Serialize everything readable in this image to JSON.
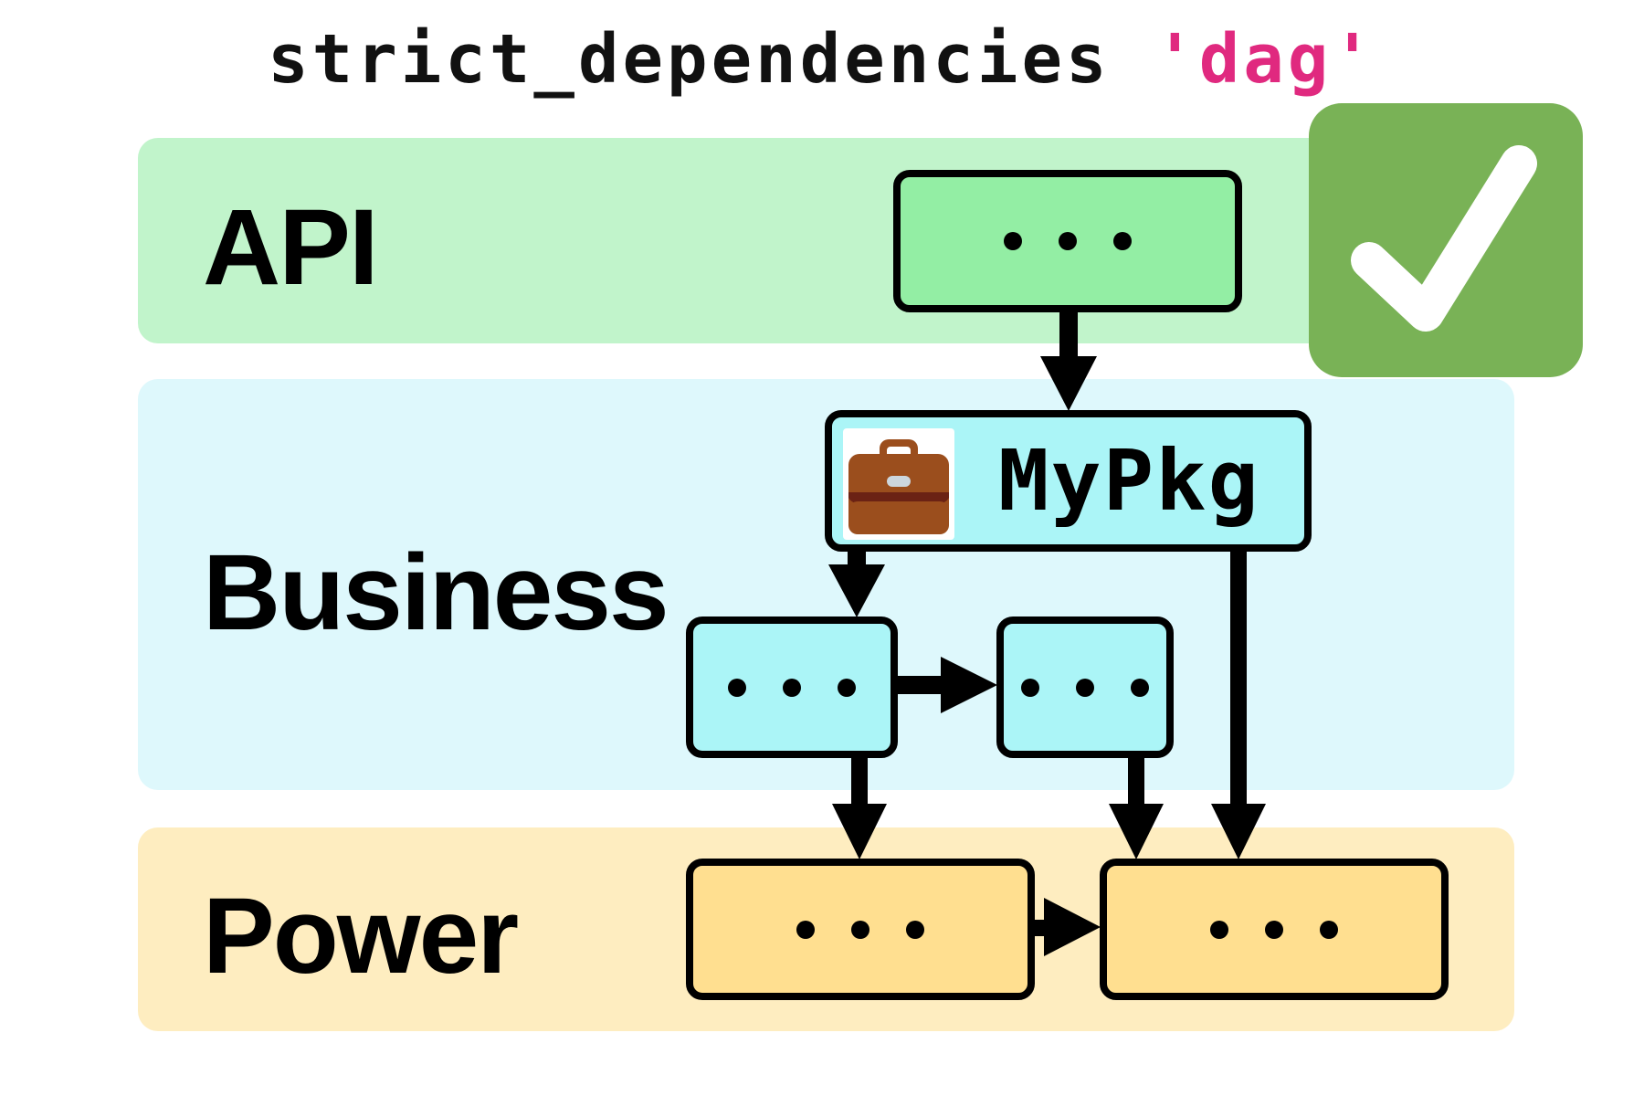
{
  "title": {
    "keyword": "strict_dependencies",
    "argument": "'dag'"
  },
  "colors": {
    "api_band": "#c1f4cb",
    "api_node": "#93eea4",
    "business_band": "#def8fc",
    "business_node": "#abf5f7",
    "power_band": "#feedc0",
    "power_node": "#ffdf90",
    "badge": "#79b256",
    "string": "#e0297f",
    "briefcase": "#9b4e1d"
  },
  "layers": [
    {
      "id": "api",
      "label": "API"
    },
    {
      "id": "business",
      "label": "Business"
    },
    {
      "id": "power",
      "label": "Power"
    }
  ],
  "nodes": [
    {
      "id": "api-1",
      "layer": "api",
      "label": "..."
    },
    {
      "id": "mypkg",
      "layer": "business",
      "label": "MyPkg",
      "icon": "briefcase-icon"
    },
    {
      "id": "business-1",
      "layer": "business",
      "label": "..."
    },
    {
      "id": "business-2",
      "layer": "business",
      "label": "..."
    },
    {
      "id": "power-1",
      "layer": "power",
      "label": "..."
    },
    {
      "id": "power-2",
      "layer": "power",
      "label": "..."
    }
  ],
  "edges": [
    {
      "from": "api-1",
      "to": "mypkg"
    },
    {
      "from": "mypkg",
      "to": "business-1"
    },
    {
      "from": "mypkg",
      "to": "power-2"
    },
    {
      "from": "business-1",
      "to": "business-2"
    },
    {
      "from": "business-1",
      "to": "power-1"
    },
    {
      "from": "business-2",
      "to": "power-2"
    },
    {
      "from": "power-1",
      "to": "power-2"
    }
  ],
  "status": {
    "icon": "check-icon",
    "state": "valid"
  }
}
